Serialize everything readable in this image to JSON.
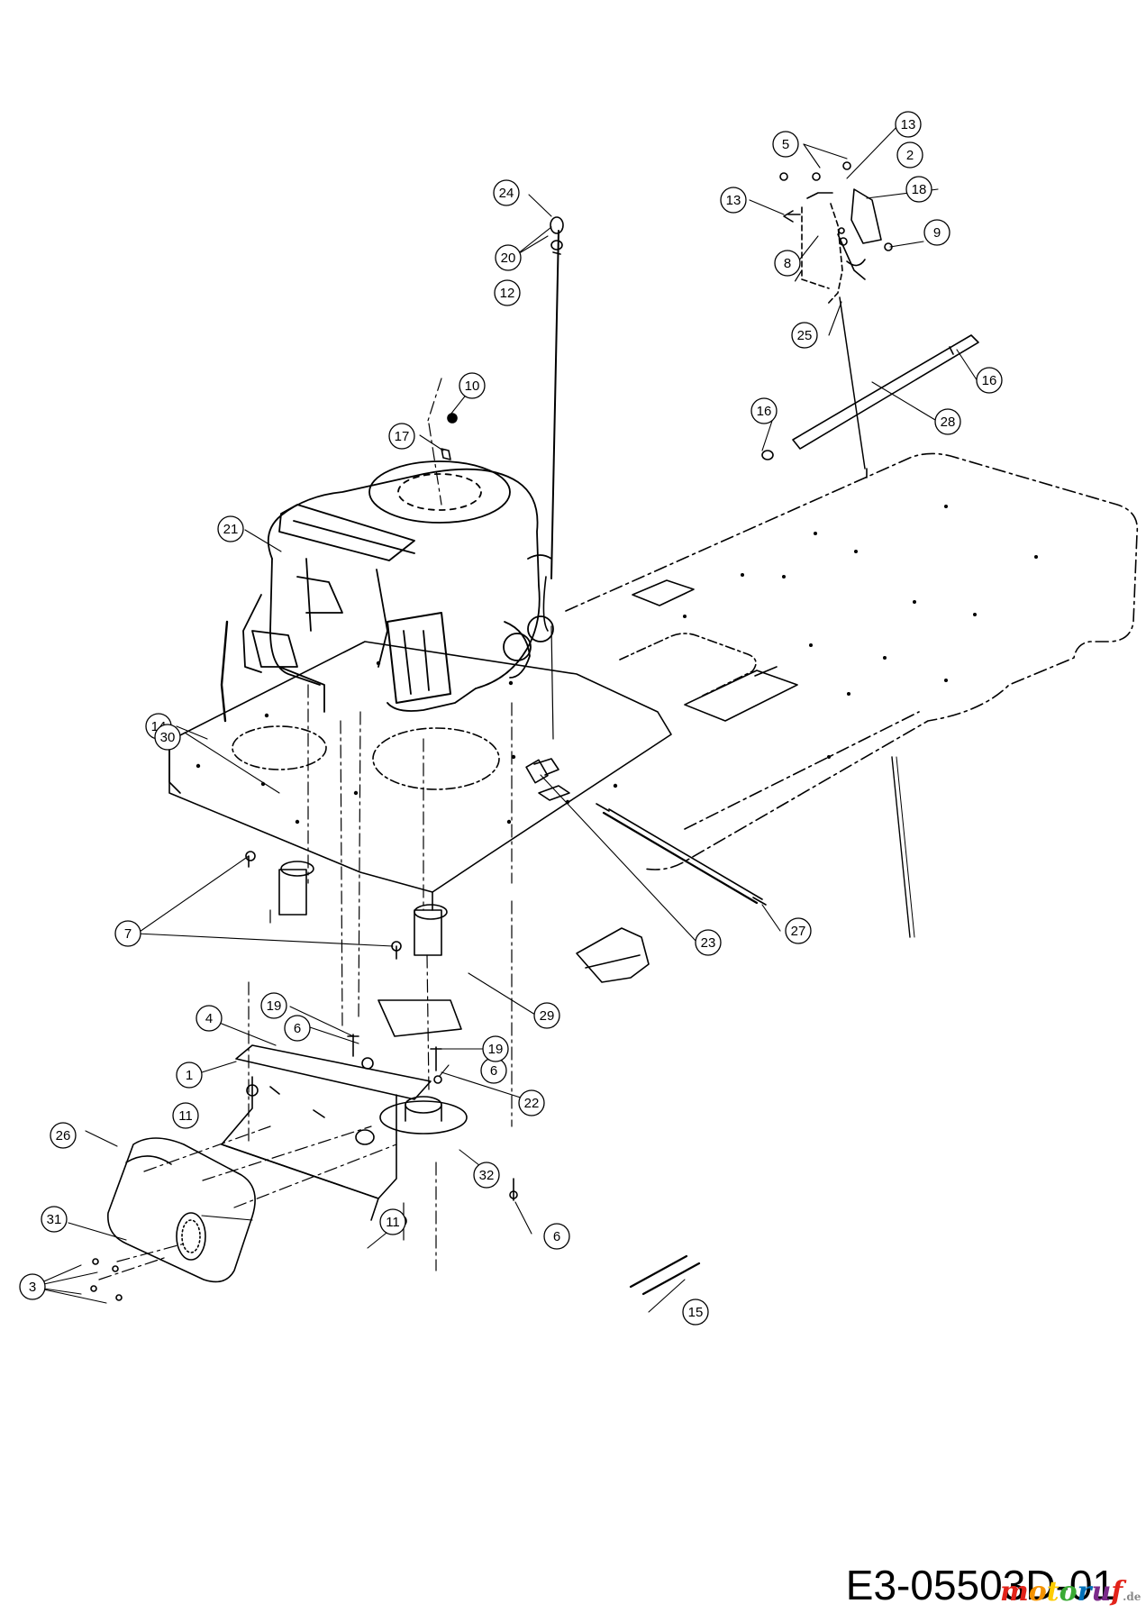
{
  "diagram": {
    "id": "E3-05503D-01",
    "watermark": {
      "text": "motoruf",
      "suffix": ".de",
      "colors": [
        "#e2231a",
        "#f39200",
        "#ffcc00",
        "#3aaa35",
        "#0070b8",
        "#7b2a8a",
        "#e2231a"
      ]
    },
    "line_color": "#000000",
    "callouts": [
      "1",
      "2",
      "3",
      "4",
      "5",
      "6",
      "6",
      "6",
      "7",
      "8",
      "9",
      "10",
      "11",
      "11",
      "12",
      "13",
      "13",
      "14",
      "15",
      "16",
      "16",
      "17",
      "18",
      "19",
      "19",
      "20",
      "21",
      "22",
      "23",
      "24",
      "25",
      "26",
      "27",
      "28",
      "29",
      "30",
      "31",
      "32"
    ]
  }
}
